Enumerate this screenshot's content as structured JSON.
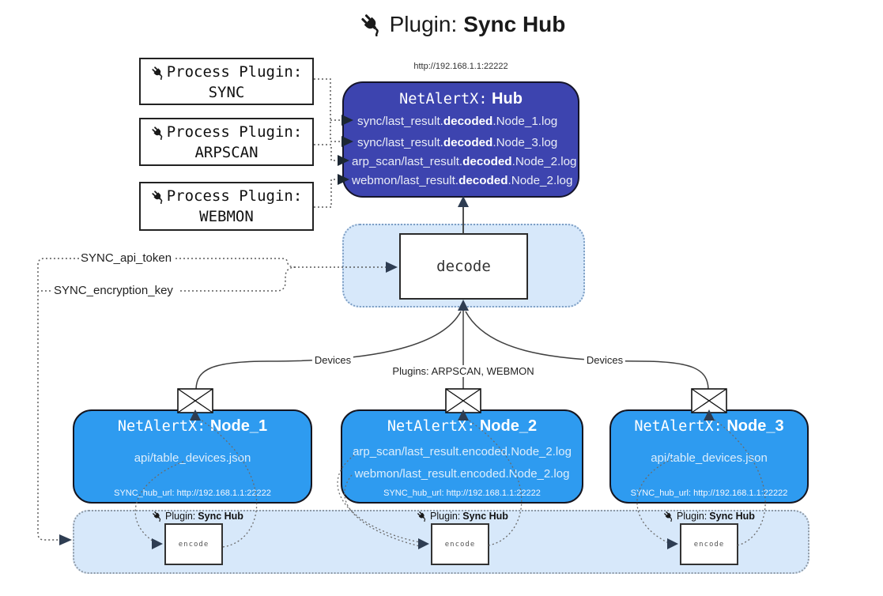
{
  "title": {
    "label": "Plugin:",
    "name": "Sync Hub"
  },
  "hub": {
    "url": "http://192.168.1.1:22222",
    "title_prefix": "NetAlertX:",
    "title_name": "Hub",
    "logs": [
      {
        "pre": "sync/last_result.",
        "mid": "decoded",
        "post": ".Node_1.log"
      },
      {
        "pre": "sync/last_result.",
        "mid": "decoded",
        "post": ".Node_3.log"
      },
      {
        "pre": "arp_scan/last_result.",
        "mid": "decoded",
        "post": ".Node_2.log"
      },
      {
        "pre": "webmon/last_result.",
        "mid": "decoded",
        "post": ".Node_2.log"
      }
    ]
  },
  "process_plugins": [
    {
      "label": "Process Plugin:",
      "name": "SYNC"
    },
    {
      "label": "Process Plugin:",
      "name": "ARPSCAN"
    },
    {
      "label": "Process Plugin:",
      "name": "WEBMON"
    }
  ],
  "decode_label": "decode",
  "secrets": {
    "api_token": "SYNC_api_token",
    "encryption_key": "SYNC_encryption_key"
  },
  "edge_labels": {
    "devices_left": "Devices",
    "devices_right": "Devices",
    "plugins": "Plugins: ARPSCAN, WEBMON"
  },
  "nodes": [
    {
      "title_prefix": "NetAlertX:",
      "title_name": "Node_1",
      "file1": "api/table_devices.json",
      "hub_url": "SYNC_hub_url: http://192.168.1.1:22222"
    },
    {
      "title_prefix": "NetAlertX:",
      "title_name": "Node_2",
      "file1": "arp_scan/last_result.encoded.Node_2.log",
      "file2": "webmon/last_result.encoded.Node_2.log",
      "hub_url": "SYNC_hub_url: http://192.168.1.1:22222"
    },
    {
      "title_prefix": "NetAlertX:",
      "title_name": "Node_3",
      "file1": "api/table_devices.json",
      "hub_url": "SYNC_hub_url: http://192.168.1.1:22222"
    }
  ],
  "band": {
    "plugin_label": "Plugin:",
    "plugin_name": "Sync Hub",
    "encode_label": "encode"
  },
  "colors": {
    "hub_fill": "#3d44af",
    "node_fill": "#2e9bf0",
    "panel_fill": "#d7e8fa",
    "panel_border_blue": "#7d9ec4",
    "panel_border_gray": "#8f9aa6",
    "connector": "#555555",
    "arrow": "#2e3d52",
    "text_light": "#ffffff"
  }
}
